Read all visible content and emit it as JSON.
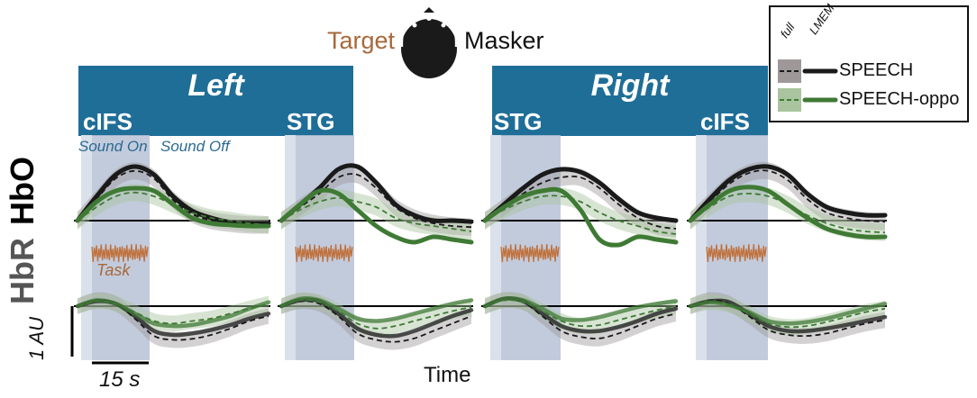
{
  "header": {
    "target_label": "Target",
    "masker_label": "Masker"
  },
  "hemispheres": [
    {
      "label": "Left"
    },
    {
      "label": "Right"
    }
  ],
  "regions": [
    "cIFS",
    "STG",
    "STG",
    "cIFS"
  ],
  "annotations": {
    "sound_on": "Sound On",
    "sound_off": "Sound Off",
    "task": "Task",
    "scale_y": "1 AU",
    "scale_x": "15 s"
  },
  "rows": {
    "hbo": "HbO",
    "hbr": "HbR"
  },
  "xlabel": "Time",
  "legend": {
    "col_full": "full",
    "col_lmem": "LMEM",
    "entries": [
      {
        "name": "SPEECH",
        "color": "#1a1a1a",
        "band": "#9e9898"
      },
      {
        "name": "SPEECH-oppo",
        "color": "#3f7a35",
        "band": "#a9c49e"
      }
    ]
  },
  "colors": {
    "header_band": "#1f6e98",
    "shade": "#b7c2d6",
    "task_wave": "#c0703a",
    "speech": "#1a1a1a",
    "oppo": "#3f7a35"
  },
  "chart_data": {
    "type": "line",
    "x_unit": "s",
    "x": [
      0,
      3,
      6,
      9,
      12,
      15,
      18,
      21,
      24,
      27,
      30
    ],
    "sound_on_interval": [
      0,
      15
    ],
    "panels": [
      {
        "hemisphere": "Left",
        "region": "cIFS",
        "signal": "HbO",
        "series": [
          {
            "name": "SPEECH",
            "model": "LMEM",
            "values": [
              0,
              0.45,
              0.85,
              1.0,
              0.85,
              0.45,
              0.18,
              0.05,
              -0.03,
              -0.05,
              -0.05
            ]
          },
          {
            "name": "SPEECH",
            "model": "full",
            "values": [
              0,
              0.4,
              0.78,
              0.92,
              0.78,
              0.38,
              0.12,
              0.0,
              -0.05,
              -0.08,
              -0.08
            ]
          },
          {
            "name": "SPEECH-oppo",
            "model": "LMEM",
            "values": [
              0,
              0.35,
              0.55,
              0.6,
              0.55,
              0.3,
              0.05,
              -0.05,
              -0.08,
              -0.1,
              -0.1
            ]
          },
          {
            "name": "SPEECH-oppo",
            "model": "full",
            "values": [
              0,
              0.25,
              0.45,
              0.52,
              0.45,
              0.3,
              0.15,
              0.05,
              0.0,
              -0.05,
              -0.08
            ]
          }
        ]
      },
      {
        "hemisphere": "Left",
        "region": "STG",
        "signal": "HbO",
        "series": [
          {
            "name": "SPEECH",
            "model": "LMEM",
            "values": [
              0,
              0.3,
              0.6,
              0.95,
              1.0,
              0.7,
              0.3,
              0.1,
              0.0,
              0.0,
              -0.02
            ]
          },
          {
            "name": "SPEECH",
            "model": "full",
            "values": [
              0,
              0.25,
              0.5,
              0.8,
              0.85,
              0.6,
              0.25,
              0.05,
              -0.05,
              -0.1,
              -0.12
            ]
          },
          {
            "name": "SPEECH-oppo",
            "model": "LMEM",
            "values": [
              0,
              0.3,
              0.55,
              0.5,
              0.2,
              -0.1,
              -0.3,
              -0.4,
              -0.3,
              -0.35,
              -0.4
            ]
          },
          {
            "name": "SPEECH-oppo",
            "model": "full",
            "values": [
              0,
              0.2,
              0.35,
              0.42,
              0.35,
              0.25,
              0.05,
              -0.05,
              -0.1,
              -0.15,
              -0.2
            ]
          }
        ]
      },
      {
        "hemisphere": "Right",
        "region": "STG",
        "signal": "HbO",
        "series": [
          {
            "name": "SPEECH",
            "model": "LMEM",
            "values": [
              0,
              0.3,
              0.6,
              0.85,
              0.95,
              0.9,
              0.7,
              0.4,
              0.15,
              0.05,
              0.0
            ]
          },
          {
            "name": "SPEECH",
            "model": "full",
            "values": [
              0,
              0.25,
              0.5,
              0.7,
              0.8,
              0.8,
              0.6,
              0.3,
              0.05,
              -0.1,
              -0.15
            ]
          },
          {
            "name": "SPEECH-oppo",
            "model": "LMEM",
            "values": [
              0,
              0.25,
              0.45,
              0.55,
              0.55,
              0.2,
              -0.35,
              -0.45,
              -0.3,
              -0.35,
              -0.4
            ]
          },
          {
            "name": "SPEECH-oppo",
            "model": "full",
            "values": [
              0,
              0.2,
              0.35,
              0.45,
              0.45,
              0.35,
              0.15,
              0.0,
              -0.1,
              -0.2,
              -0.25
            ]
          }
        ]
      },
      {
        "hemisphere": "Right",
        "region": "cIFS",
        "signal": "HbO",
        "series": [
          {
            "name": "SPEECH",
            "model": "LMEM",
            "values": [
              0,
              0.4,
              0.75,
              0.95,
              1.0,
              0.85,
              0.5,
              0.25,
              0.15,
              0.1,
              0.1
            ]
          },
          {
            "name": "SPEECH",
            "model": "full",
            "values": [
              0,
              0.35,
              0.68,
              0.88,
              0.92,
              0.75,
              0.4,
              0.15,
              0.05,
              0.0,
              -0.02
            ]
          },
          {
            "name": "SPEECH-oppo",
            "model": "LMEM",
            "values": [
              0,
              0.3,
              0.55,
              0.62,
              0.55,
              0.3,
              0.05,
              -0.15,
              -0.25,
              -0.3,
              -0.3
            ]
          },
          {
            "name": "SPEECH-oppo",
            "model": "full",
            "values": [
              0,
              0.25,
              0.45,
              0.5,
              0.45,
              0.3,
              0.1,
              -0.05,
              -0.15,
              -0.2,
              -0.22
            ]
          }
        ]
      },
      {
        "hemisphere": "Left",
        "region": "cIFS",
        "signal": "HbR",
        "series": [
          {
            "name": "SPEECH",
            "model": "LMEM",
            "values": [
              0,
              0.1,
              0.05,
              -0.2,
              -0.5,
              -0.58,
              -0.55,
              -0.48,
              -0.38,
              -0.25,
              -0.15
            ]
          },
          {
            "name": "SPEECH",
            "model": "full",
            "values": [
              0,
              0.12,
              0.05,
              -0.25,
              -0.6,
              -0.68,
              -0.66,
              -0.58,
              -0.45,
              -0.3,
              -0.2
            ]
          },
          {
            "name": "SPEECH-oppo",
            "model": "LMEM",
            "values": [
              0,
              0.12,
              0.05,
              -0.15,
              -0.35,
              -0.4,
              -0.38,
              -0.3,
              -0.2,
              -0.05,
              0.08
            ]
          },
          {
            "name": "SPEECH-oppo",
            "model": "full",
            "values": [
              0,
              0.1,
              0.05,
              -0.12,
              -0.3,
              -0.35,
              -0.3,
              -0.25,
              -0.15,
              -0.05,
              0.05
            ]
          }
        ]
      },
      {
        "hemisphere": "Left",
        "region": "STG",
        "signal": "HbR",
        "series": [
          {
            "name": "SPEECH",
            "model": "LMEM",
            "values": [
              0,
              0.12,
              0.1,
              -0.15,
              -0.45,
              -0.58,
              -0.6,
              -0.5,
              -0.35,
              -0.2,
              -0.08
            ]
          },
          {
            "name": "SPEECH",
            "model": "full",
            "values": [
              0,
              0.1,
              0.05,
              -0.2,
              -0.55,
              -0.68,
              -0.72,
              -0.65,
              -0.5,
              -0.35,
              -0.2
            ]
          },
          {
            "name": "SPEECH-oppo",
            "model": "LMEM",
            "values": [
              0,
              0.15,
              0.12,
              -0.05,
              -0.25,
              -0.3,
              -0.25,
              -0.15,
              -0.05,
              0.05,
              0.12
            ]
          },
          {
            "name": "SPEECH-oppo",
            "model": "full",
            "values": [
              0,
              0.12,
              0.08,
              -0.1,
              -0.35,
              -0.45,
              -0.4,
              -0.3,
              -0.2,
              -0.1,
              -0.02
            ]
          }
        ]
      },
      {
        "hemisphere": "Right",
        "region": "STG",
        "signal": "HbR",
        "series": [
          {
            "name": "SPEECH",
            "model": "LMEM",
            "values": [
              0,
              0.15,
              0.1,
              -0.15,
              -0.4,
              -0.5,
              -0.5,
              -0.42,
              -0.3,
              -0.15,
              -0.05
            ]
          },
          {
            "name": "SPEECH",
            "model": "full",
            "values": [
              0,
              0.12,
              0.08,
              -0.2,
              -0.5,
              -0.62,
              -0.65,
              -0.55,
              -0.4,
              -0.25,
              -0.15
            ]
          },
          {
            "name": "SPEECH-oppo",
            "model": "LMEM",
            "values": [
              0,
              0.15,
              0.12,
              -0.05,
              -0.25,
              -0.28,
              -0.22,
              -0.12,
              -0.02,
              0.05,
              0.1
            ]
          },
          {
            "name": "SPEECH-oppo",
            "model": "full",
            "values": [
              0,
              0.12,
              0.08,
              -0.1,
              -0.3,
              -0.4,
              -0.38,
              -0.28,
              -0.18,
              -0.08,
              0.0
            ]
          }
        ]
      },
      {
        "hemisphere": "Right",
        "region": "cIFS",
        "signal": "HbR",
        "series": [
          {
            "name": "SPEECH",
            "model": "LMEM",
            "values": [
              0,
              0.1,
              0.08,
              -0.15,
              -0.4,
              -0.5,
              -0.5,
              -0.45,
              -0.38,
              -0.3,
              -0.22
            ]
          },
          {
            "name": "SPEECH",
            "model": "full",
            "values": [
              0,
              0.12,
              0.05,
              -0.2,
              -0.48,
              -0.58,
              -0.6,
              -0.55,
              -0.45,
              -0.35,
              -0.28
            ]
          },
          {
            "name": "SPEECH-oppo",
            "model": "LMEM",
            "values": [
              0,
              0.08,
              0.02,
              -0.12,
              -0.3,
              -0.35,
              -0.32,
              -0.25,
              -0.15,
              -0.05,
              0.05
            ]
          },
          {
            "name": "SPEECH-oppo",
            "model": "full",
            "values": [
              0,
              0.08,
              0.02,
              -0.15,
              -0.35,
              -0.42,
              -0.4,
              -0.32,
              -0.22,
              -0.12,
              -0.05
            ]
          }
        ]
      }
    ]
  }
}
